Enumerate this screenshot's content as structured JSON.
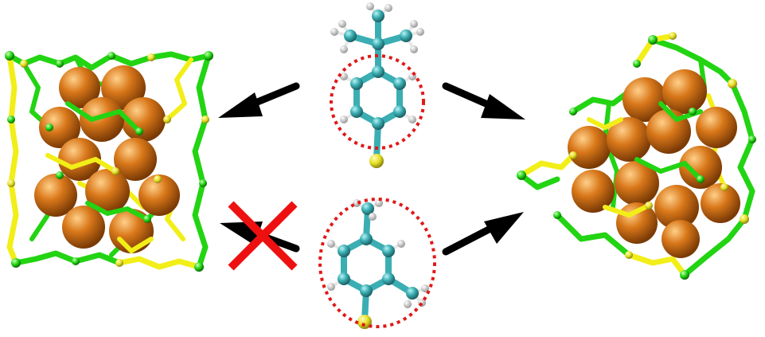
{
  "figure": {
    "panels": [
      {
        "id": "left-cluster",
        "kind": "nanocluster",
        "core": "elongated"
      },
      {
        "id": "right-cluster",
        "kind": "nanocluster",
        "core": "compact"
      },
      {
        "id": "top-ligand",
        "kind": "thiolate-ligand",
        "substituent": "tert-butyl",
        "highlight": "dotted-circle"
      },
      {
        "id": "bottom-ligand",
        "kind": "thiolate-ligand",
        "substituent": "dimethyl",
        "highlight": "dotted-ellipse"
      }
    ],
    "arrows": [
      {
        "from": "top-ligand",
        "to": "left-cluster",
        "status": "allowed"
      },
      {
        "from": "top-ligand",
        "to": "right-cluster",
        "status": "allowed"
      },
      {
        "from": "bottom-ligand",
        "to": "left-cluster",
        "status": "forbidden",
        "marker": "red-cross"
      },
      {
        "from": "bottom-ligand",
        "to": "right-cluster",
        "status": "allowed"
      }
    ]
  },
  "colors": {
    "metal": "#d9781a",
    "metal_light": "#ffd08a",
    "metal_dark": "#7a3a05",
    "staple_green": "#22d412",
    "staple_yellow": "#f2ee18",
    "carbon": "#3aaeb3",
    "hydrogen": "#f2f2f2",
    "sulfur": "#e6e023",
    "highlight": "#e01818",
    "cross": "#ee1010",
    "arrow": "#000000"
  }
}
